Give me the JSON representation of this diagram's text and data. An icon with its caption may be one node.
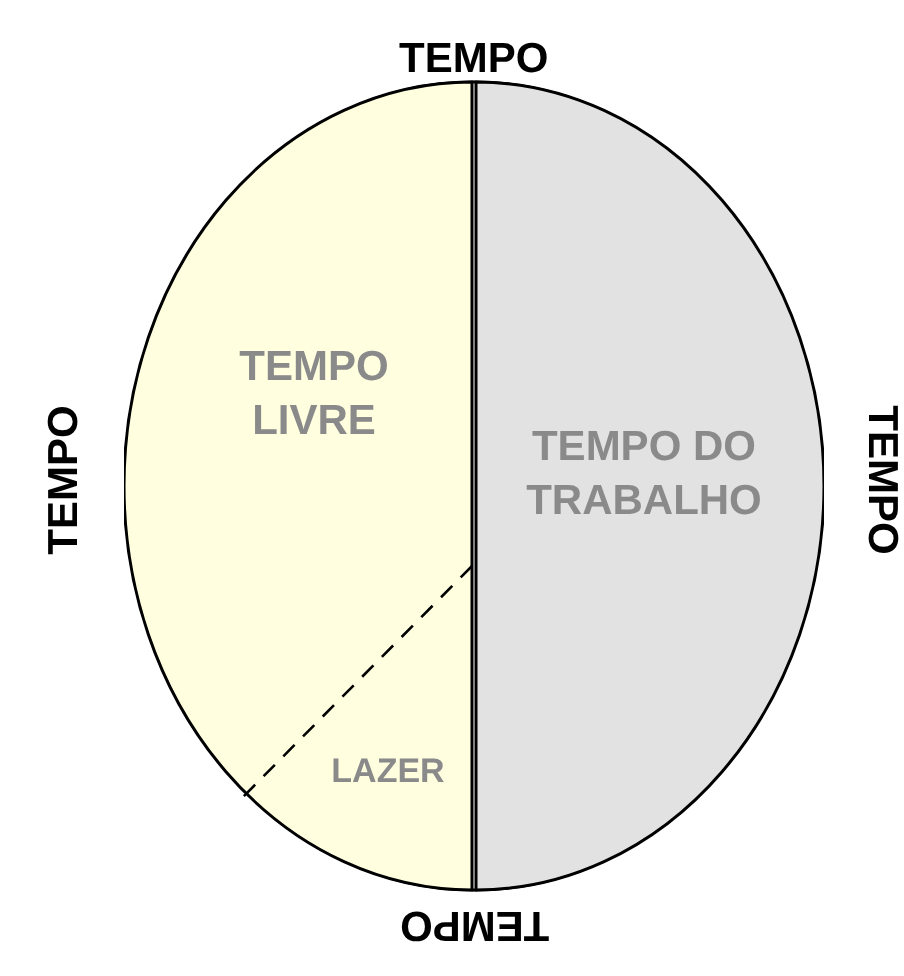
{
  "diagram": {
    "nodes": [
      {
        "text": [],
        "shape": "circle"
      },
      {
        "text": [
          "TEMPO LIVRE"
        ],
        "in": 0
      },
      {
        "text": [
          "TEMPO DO TRABALHO"
        ],
        "in": 0
      },
      {
        "text": [
          "LAZER"
        ],
        "in": 1
      }
    ],
    "labels": [
      "TEMPO",
      "TEMPO",
      "TEMPO",
      "TEMPO"
    ]
  }
}
